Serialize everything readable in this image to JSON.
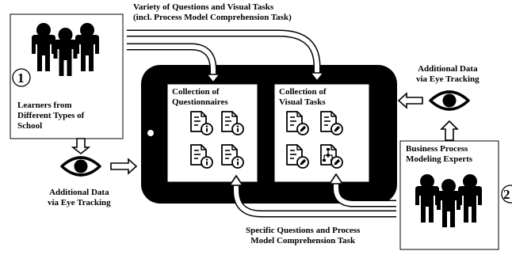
{
  "top_label": {
    "line1": "Variety of Questions and Visual Tasks",
    "line2": "(incl. Process Model Comprehension Task)"
  },
  "learners": {
    "number": "1",
    "line1": "Learners from",
    "line2": "Different Types of",
    "line3": "School"
  },
  "learners_eye": {
    "line1": "Additional Data",
    "line2": "via Eye Tracking"
  },
  "questionnaires": {
    "line1": "Collection of",
    "line2": "Questionnaires"
  },
  "visual_tasks": {
    "line1": "Collection of",
    "line2": "Visual Tasks"
  },
  "experts_eye": {
    "line1": "Additional Data",
    "line2": "via Eye Tracking"
  },
  "experts": {
    "number": "2",
    "line1": "Business Process",
    "line2": "Modeling Experts"
  },
  "bottom_label": {
    "line1": "Specific Questions and Process",
    "line2": "Model Comprehension Task"
  },
  "icons": {
    "people": "people-group-icon",
    "eye": "eye-icon",
    "info_document": "info-document-icon",
    "edit_document": "edit-document-icon",
    "process_document": "process-model-document-icon",
    "tablet": "tablet-icon"
  },
  "colors": {
    "ink": "#000000",
    "paper": "#ffffff"
  }
}
